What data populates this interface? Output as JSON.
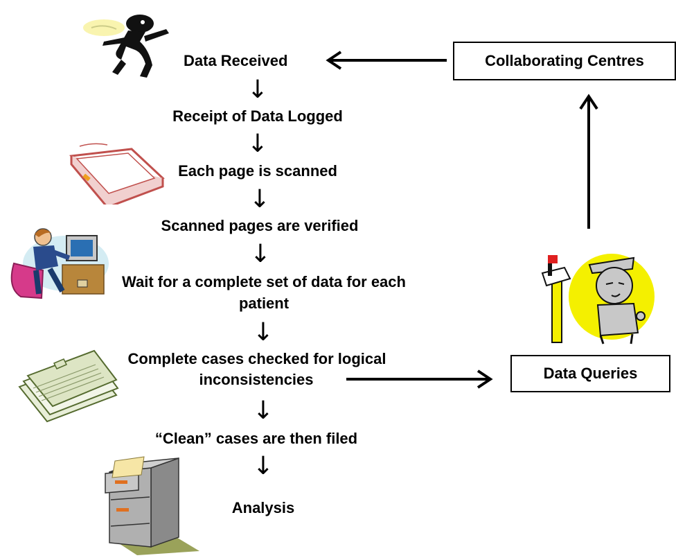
{
  "flow": {
    "steps": [
      "Data Received",
      "Receipt of Data Logged",
      "Each page is scanned",
      "Scanned pages are verified",
      "Wait for a complete set of data for each",
      "patient",
      "Complete cases checked for logical",
      "inconsistencies",
      "“Clean” cases are then filed",
      "Analysis"
    ],
    "arrow_glyph": "↓"
  },
  "boxes": {
    "collaborating": "Collaborating Centres",
    "queries": "Data Queries"
  },
  "clipart": {
    "jumping_figure": "jumping-figure-icon",
    "scanner": "scanner-icon",
    "computer_worker": "computer-worker-icon",
    "mailbox_man": "mailbox-man-icon",
    "papers": "papers-icon",
    "filing_cabinet": "filing-cabinet-icon"
  },
  "colors": {
    "arrow": "#000000",
    "scanner": "#c0504d",
    "chair": "#d63a8a",
    "yellow_circle": "#f4f000"
  }
}
